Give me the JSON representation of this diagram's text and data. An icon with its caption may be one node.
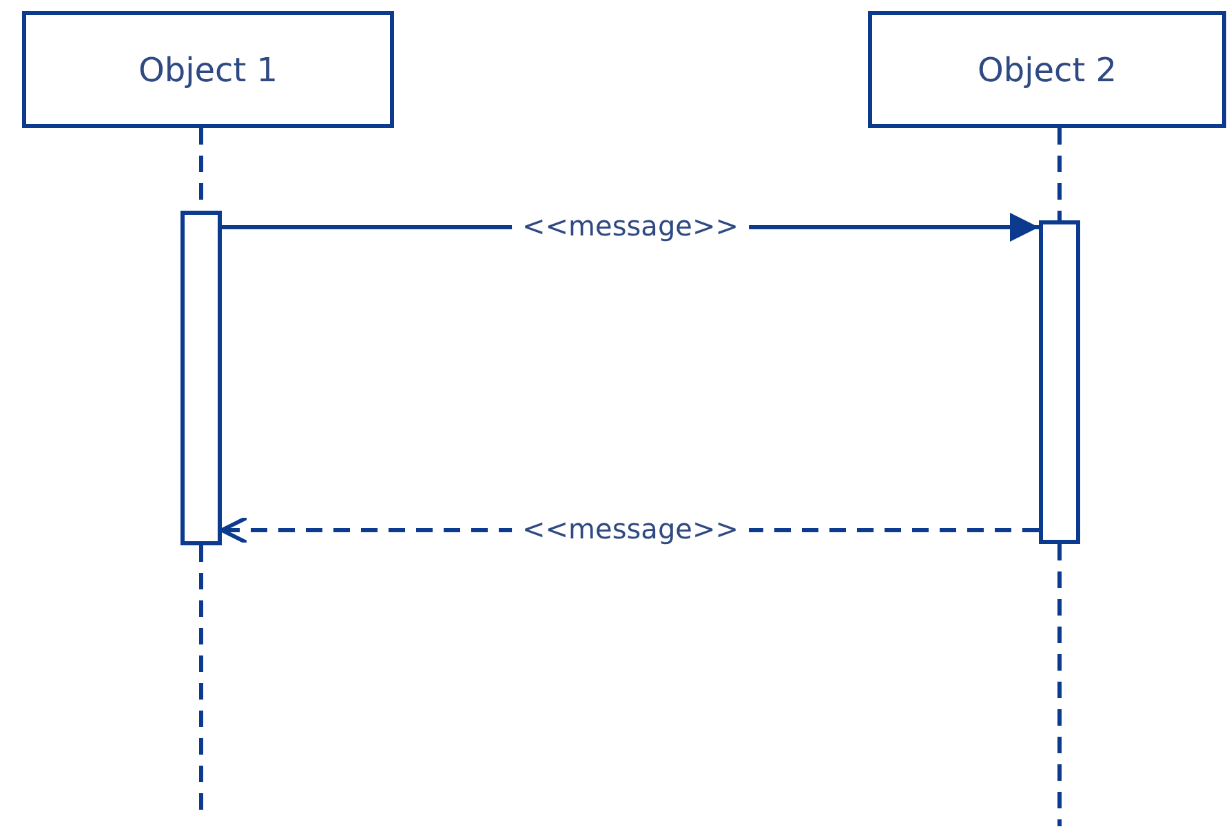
{
  "diagram": {
    "nodes": [
      {
        "text": [
          "Object 1"
        ]
      },
      {
        "text": [
          "Object 2"
        ]
      },
      {
        "text": [],
        "shape": "bar"
      },
      {
        "text": [],
        "shape": "bar"
      }
    ],
    "edges": [
      {
        "from": 0,
        "to": 2,
        "arrow": "none",
        "style": "dashed"
      },
      {
        "from": 2,
        "to": null,
        "arrow": "none",
        "style": "dashed"
      },
      {
        "from": 1,
        "to": 3,
        "arrow": "none",
        "style": "dashed"
      },
      {
        "from": 3,
        "to": null,
        "arrow": "none",
        "style": "dashed"
      },
      {
        "from": 2,
        "to": 3,
        "arrow": "to",
        "label": "<<message>>"
      },
      {
        "from": 3,
        "to": 2,
        "arrow": "to",
        "label": "<<message>>",
        "style": "dashed"
      }
    ]
  }
}
